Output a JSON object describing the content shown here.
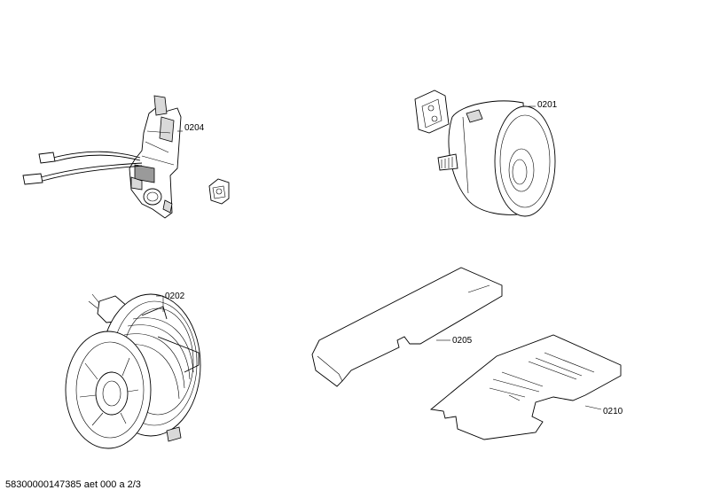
{
  "parts": [
    {
      "id": "part-0204",
      "label": "0204"
    },
    {
      "id": "part-0201",
      "label": "0201"
    },
    {
      "id": "part-0202",
      "label": "0202"
    },
    {
      "id": "part-0205",
      "label": "0205"
    },
    {
      "id": "part-0210",
      "label": "0210"
    }
  ],
  "footer": {
    "text": "58300000147385 aet 000 a 2/3"
  }
}
